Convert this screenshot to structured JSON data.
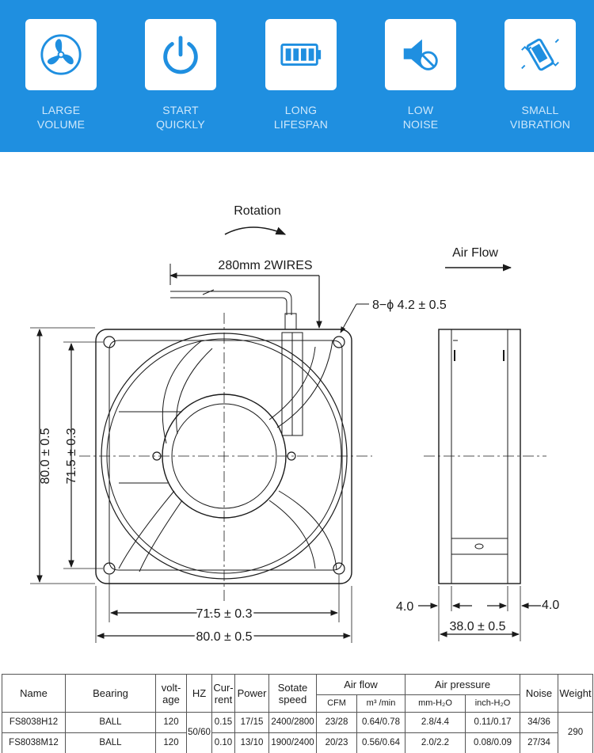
{
  "features": [
    {
      "icon": "fan-icon",
      "line1": "LARGE",
      "line2": "VOLUME"
    },
    {
      "icon": "power-icon",
      "line1": "START",
      "line2": "QUICKLY"
    },
    {
      "icon": "battery-icon",
      "line1": "LONG",
      "line2": "LIFESPAN"
    },
    {
      "icon": "mute-speaker-icon",
      "line1": "LOW",
      "line2": "NOISE"
    },
    {
      "icon": "vibrating-phone-icon",
      "line1": "SMALL",
      "line2": "VIBRATION"
    }
  ],
  "drawing": {
    "rotation_label": "Rotation",
    "airflow_label": "Air Flow",
    "wire_label": "280mm  2WIRES",
    "hole_label": "8−ϕ 4.2 ± 0.5",
    "dim_outer_height": "80.0 ± 0.5",
    "dim_inner_height": "71.5 ± 0.3",
    "dim_inner_width": "71.5 ± 0.3",
    "dim_outer_width": "80.0 ± 0.5",
    "dim_flange_left": "4.0",
    "dim_flange_right": "4.0",
    "dim_depth": "38.0 ± 0.5"
  },
  "table": {
    "headers": {
      "name": "Name",
      "bearing": "Bearing",
      "voltage_1": "volt-",
      "voltage_2": "age",
      "hz": "HZ",
      "current_1": "Cur-",
      "current_2": "rent",
      "power": "Power",
      "speed_1": "Sotate",
      "speed_2": "speed",
      "airflow": "Air flow",
      "airflow_cfm": "CFM",
      "airflow_m3": "m³ /min",
      "pressure": "Air pressure",
      "pressure_mm": "mm-H₂O",
      "pressure_inch": "inch-H₂O",
      "noise": "Noise",
      "weight": "Weight"
    },
    "rows": [
      {
        "name": "FS8038H12",
        "bearing": "BALL",
        "voltage": "120",
        "current": "0.15",
        "power": "17/15",
        "speed": "2400/2800",
        "cfm": "23/28",
        "m3min": "0.64/0.78",
        "mmh2o": "2.8/4.4",
        "inchh2o": "0.11/0.17",
        "noise": "34/36"
      },
      {
        "name": "FS8038M12",
        "bearing": "BALL",
        "voltage": "120",
        "current": "0.10",
        "power": "13/10",
        "speed": "1900/2400",
        "cfm": "20/23",
        "m3min": "0.56/0.64",
        "mmh2o": "2.0/2.2",
        "inchh2o": "0.08/0.09",
        "noise": "27/34"
      }
    ],
    "hz_shared": "50/60",
    "weight_shared": "290"
  }
}
